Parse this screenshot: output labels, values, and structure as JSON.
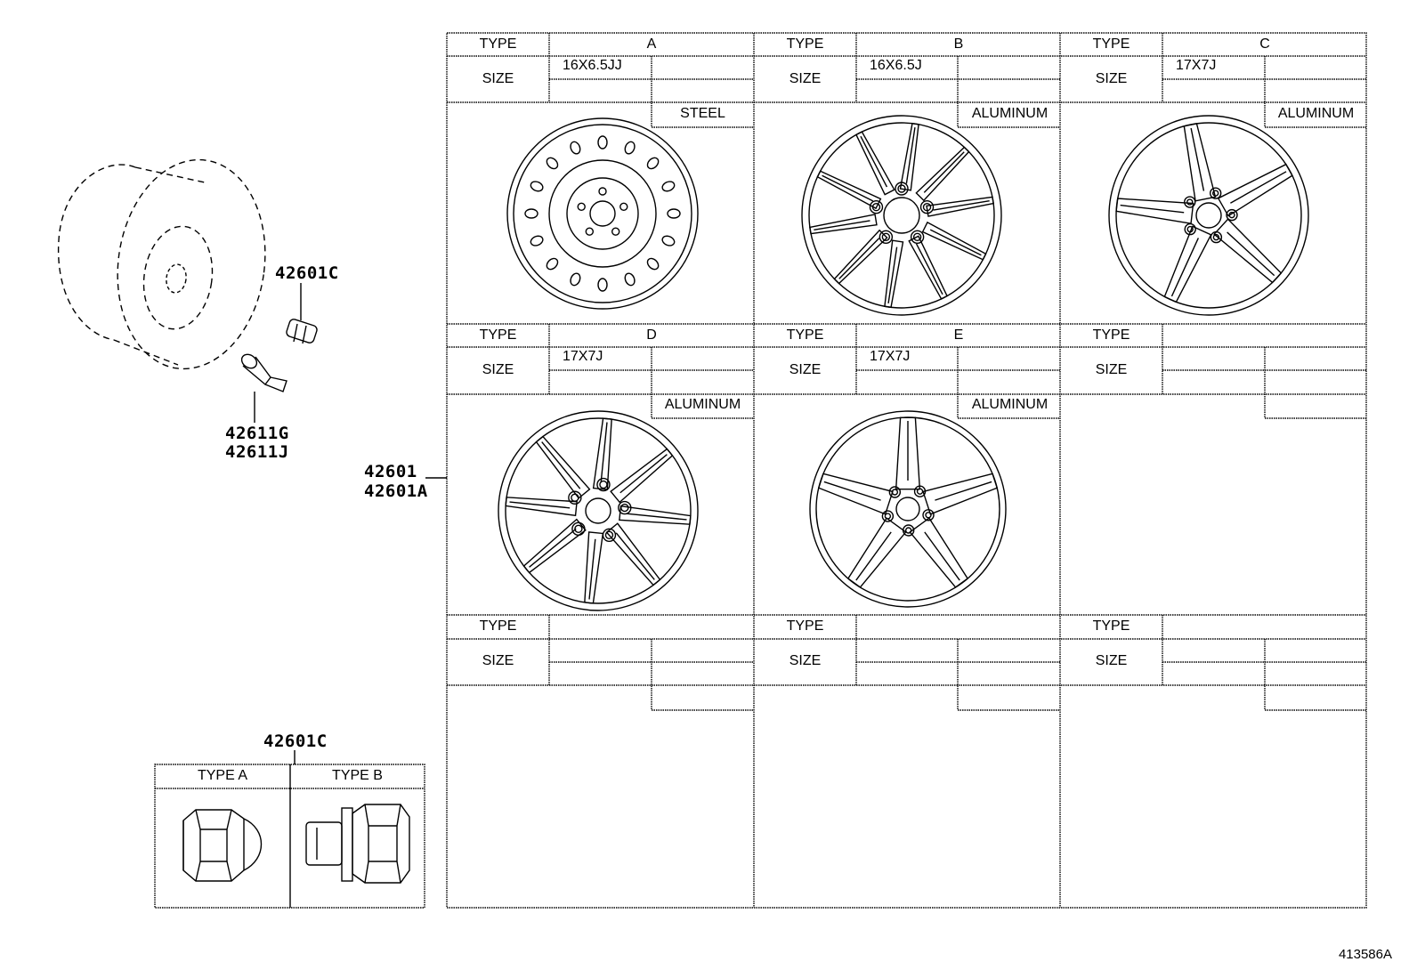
{
  "callouts": {
    "hub_cap_upper": "42601C",
    "valve_1": "42611G",
    "valve_2": "42611J",
    "wheel_1": "42601",
    "wheel_2": "42601A",
    "nut_table_title": "42601C"
  },
  "nut_table": {
    "col_a": "TYPE A",
    "col_b": "TYPE B"
  },
  "table_labels": {
    "type": "TYPE",
    "size": "SIZE"
  },
  "wheels": [
    {
      "type": "A",
      "size": "16X6.5JJ",
      "material": "STEEL"
    },
    {
      "type": "B",
      "size": "16X6.5J",
      "material": "ALUMINUM"
    },
    {
      "type": "C",
      "size": "17X7J",
      "material": "ALUMINUM"
    },
    {
      "type": "D",
      "size": "17X7J",
      "material": "ALUMINUM"
    },
    {
      "type": "E",
      "size": "17X7J",
      "material": "ALUMINUM"
    },
    {
      "type": "",
      "size": "",
      "material": ""
    },
    {
      "type": "",
      "size": "",
      "material": ""
    },
    {
      "type": "",
      "size": "",
      "material": ""
    },
    {
      "type": "",
      "size": "",
      "material": ""
    }
  ],
  "figure_ref": "413586A"
}
